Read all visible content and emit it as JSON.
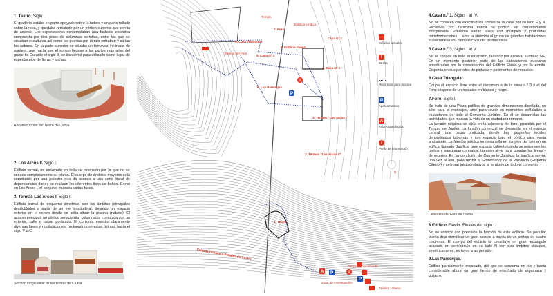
{
  "left": {
    "s1": {
      "title": "1. Teatro.",
      "period": "Siglo I.",
      "text": "El graderío estaba en parte apoyado sobre la ladera y en parte tallado sobre la roca, y quedaba rematado por un pórtico superior que servía de acceso. Los espectadores contemplaban una fachada escénica compuesta por dos pisos de columnas corintias, entre las que se situaban esculturas así como las puertas por donde entraban y salían los actores. En la parte superior se situaba un tornavoz inclinado de madera, que hacía que el sonido llegase a las partes más altas del graderío. Durante el siglo II, se tranformó para utilizarlo como lugar de espectáculos de fieras y luchas."
    },
    "img1_caption": "Reconstrucción del Teatro de Clunia",
    "s2": {
      "title": "2. Los Arcos II.",
      "period": "Siglo I.",
      "text": "Edificio termal, no excavado en toda su extensión por lo que no se conoce completamente su planta. El cuerpo de ámbitos mayores está constituido por una palestra que da acceso a una serie lineal de dependencias donde se realizan los diferentes tipos de baños. Como en Los Arcos I, el conjunto muestra varias fases."
    },
    "s3": {
      "title": "3. Termas Los Arcos I.",
      "period": "Siglo I.",
      "text": "Edificio termal de esquema simétrico, con los ámbitos principales desdoblados a partir de un eje longitudinal, dejando un espacio exterior en el centro donde se solía situar la piscina (natatio). El acceso principal, un pórtico semicircular columnado, comunica con un exterior, calle o plaza, porticado. El conjunto muestra claramente diversas fases y reutilizaciones, prolongándose estas últimas hasta el siglo V d.C."
    },
    "img2_caption": "Sección longitudinal de las termas de Clunia"
  },
  "right": {
    "s4": {
      "title": "4.Casa n.º 1.",
      "period": "Siglos I al IV.",
      "text": "No se conocen con exactitud los límites de la casa por su lado E y N. Excavada por Taracena nunca ha podido ser correctamente interpretada. Presenta varias fases con múltiples y profundas transformaciones. Llama la atención el grupo de grandes habitaciones subterráneas así como el conjunto de mosaicos."
    },
    "s5": {
      "title": "5.Casa n.º 3.",
      "period": "Siglos I al V.",
      "text": "No se conoce en toda su extensión, faltando por excavar su mitad NE. En un momento posterior parte de las habitaciones quedaron amortizadas por la construcción del Edificio Flavio y por la ermita. Disponía en sus paredes de pinturas y pavimentos de mosaico."
    },
    "s6": {
      "title": "6.Casa Triangular.",
      "period": "",
      "text": "Ocupa el espacio libre entre el decumanus de la casa n.º 3 y el del Foro; dispone de un mosaico en blanco y negro."
    },
    "s7": {
      "title": "7.Foro.",
      "period": "Siglo I.",
      "text": "Se trata de una Plaza pública de grandes dimensiones diseñada, no sólo para el municipio, sino para reunir en momentos señalados a ciudadanos de todo el Convento Jurídico. En él se desarrollan las actividades que marcan la vida de un ciudadano romano.",
      "text2": "La función religiosa se sitúa en la cabecera del foro, presidida por el Templo de Júpiter. La función comercial se desarrolla en el espacio central, una plaza porticada, donde hay pequeños locales denominados tabernas y con espacio bajo el pórtico para venta ambulante. La función jurídica se desarrolla en los pies del foro en un edificio llamado Basílica, gran espacio cubierto donde se resuelven los pleitos y sancionan contratos; también sirve para guardar las leyes y de registro. En su condición de Convento Jurídico, la basílica servía, una vez al año, para recibir al Gobernador de la Provincia (Hispania Citerior) y celebrar juicios relativos al territorio de todo el convento."
    },
    "img_caption": "Cabecera del Foro de Clunia",
    "s8": {
      "title": "8.Edificio Flavio.",
      "period": "Finales del siglo I.",
      "text": "No se conoce con precisión la función de este edificio. Su peculiar planta deja identificar un gran acceso a través de un pórtico de cuatro columnas. El cuerpo del edificio lo constituye un gran rectángulo acabado en semicírculo en su lado N con dos ámbitos situados, simétricamente, en torno a un peristilo."
    },
    "s9": {
      "title": "9.Las Paredejas.",
      "period": "",
      "text": "Edificio parcialmente excavado, del que se conserva en pie y hasta considerable altura un gran lienzo de encofrado de argamasa y guijarro."
    }
  },
  "legend": [
    {
      "icon": "building-square",
      "label": "Edificios actuales",
      "color": "#e8321e"
    },
    {
      "icon": "hermitage",
      "label": "Ermita",
      "color": "#e8321e"
    },
    {
      "icon": "dotted-route",
      "label": "Recorridos para la visita",
      "color": "#1e2f9a"
    },
    {
      "icon": "parking",
      "symbol": "P",
      "label": "Aparcamientos",
      "color": "#1e50b4"
    },
    {
      "icon": "classroom",
      "symbol": "A",
      "label": "Aula Arqueológica",
      "color": "#e8321e"
    },
    {
      "icon": "info",
      "symbol": "i",
      "label": "Punto de Información",
      "color": "#e8321e"
    }
  ],
  "north": "N",
  "map_labels": {
    "templo": "Templo",
    "foro": "7. Foro",
    "basilica": "Basílica jurídica",
    "casa2": "Casa Nº 2",
    "triangular": "6. Casa Triangular",
    "termas_foro": "Termas del Foro",
    "flavio": "8. Edificio Flavio",
    "casa3": "5. Casa Nº 3",
    "casa1": "4. Casa Nº 1",
    "paredejas": "9. Las Paredejas",
    "arcos1": "3. Termas \"Los Arcos I\"",
    "arcos2": "2. Termas \"Los Arcos II\"",
    "teatro": "1. Teatro",
    "calzada": "Calzada romana a Peñalba de Castro",
    "acceso": "Acceso al Yacimiento",
    "investigacion": "Zona de Investigación",
    "nucleo": "Núcleo Urbano"
  }
}
